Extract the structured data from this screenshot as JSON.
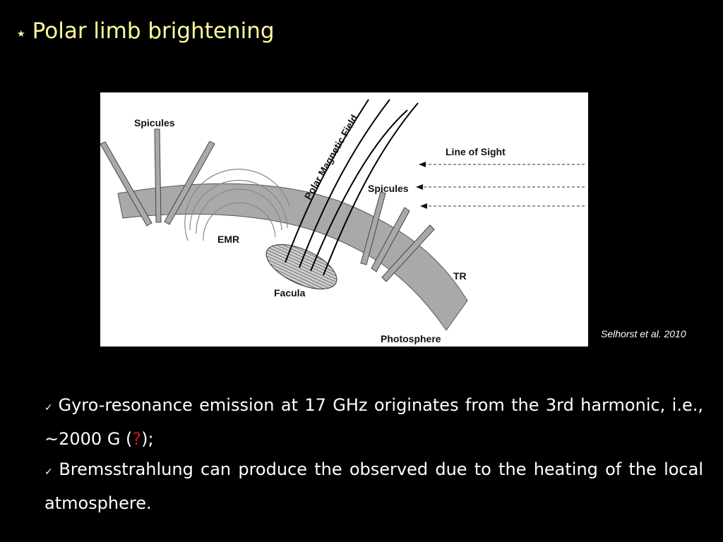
{
  "slide": {
    "title": "Polar limb brightening",
    "title_icon": "star-icon"
  },
  "figure": {
    "labels": {
      "spicules_left": "Spicules",
      "polar_magnetic_field": "Polar Magnetic Field",
      "line_of_sight": "Line of Sight",
      "spicules_right": "Spicules",
      "emr": "EMR",
      "facula": "Facula",
      "tr": "TR",
      "photosphere": "Photosphere"
    },
    "citation": "Selhorst et al. 2010"
  },
  "bullets": [
    {
      "icon": "check-icon",
      "text": "Gyro-resonance emission at 17 GHz originates from the 3rd harmonic, i.e., ~2000 G (",
      "highlight": "?",
      "highlight_color": "#d01010",
      "after": ");"
    },
    {
      "icon": "check-icon",
      "text": "Bremsstrahlung can produce the observed due to the heating of  the local atmosphere."
    }
  ],
  "colors": {
    "title": "#fdfd9a",
    "background": "#000000",
    "text": "#ffffff",
    "highlight": "#d01010"
  }
}
